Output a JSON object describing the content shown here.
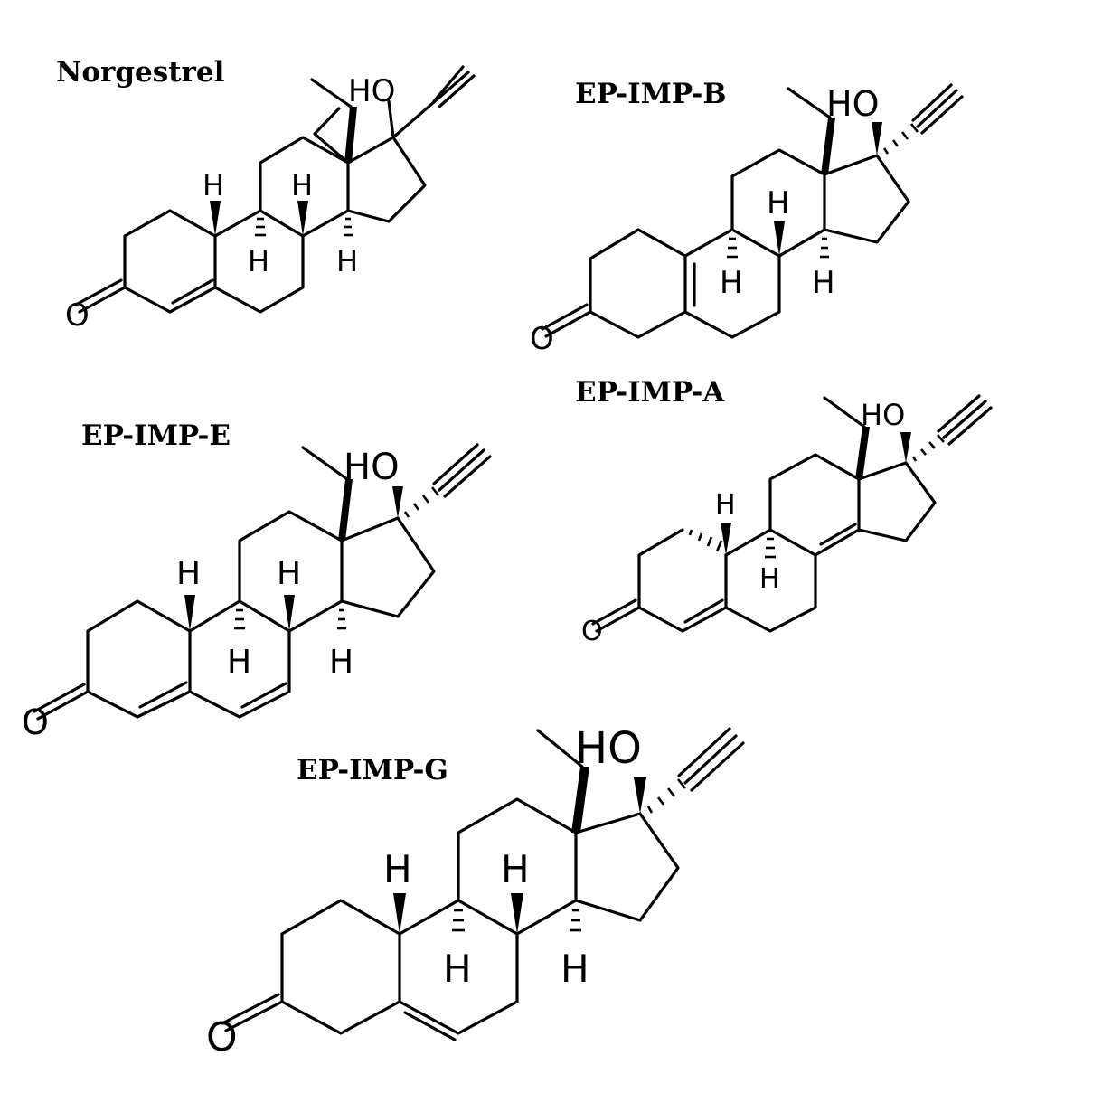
{
  "compounds": [
    {
      "title": "Norgestrel",
      "oxygen_label": "O",
      "hydroxyl_label": "HO",
      "hydrogen_label": "H",
      "double_bonds": [
        "C4=C5"
      ],
      "stereo": "flat-17"
    },
    {
      "title": "EP-IMP-B",
      "oxygen_label": "O",
      "hydroxyl_label": "HO",
      "hydrogen_label": "H",
      "double_bonds": [
        "C5=C10"
      ],
      "stereo": "defined-17"
    },
    {
      "title": "EP-IMP-E",
      "oxygen_label": "O",
      "hydroxyl_label": "HO",
      "hydrogen_label": "H",
      "double_bonds": [
        "C4=C5",
        "C6=C7"
      ],
      "stereo": "defined-17"
    },
    {
      "title": "EP-IMP-A",
      "oxygen_label": "O",
      "hydroxyl_label": "HO",
      "hydrogen_label": "H",
      "double_bonds": [
        "C4=C5",
        "C8=C14"
      ],
      "stereo": "defined-17"
    },
    {
      "title": "EP-IMP-G",
      "oxygen_label": "O",
      "hydroxyl_label": "HO",
      "hydrogen_label": "H",
      "double_bonds": [
        "C5=C6"
      ],
      "stereo": "defined-17"
    }
  ]
}
